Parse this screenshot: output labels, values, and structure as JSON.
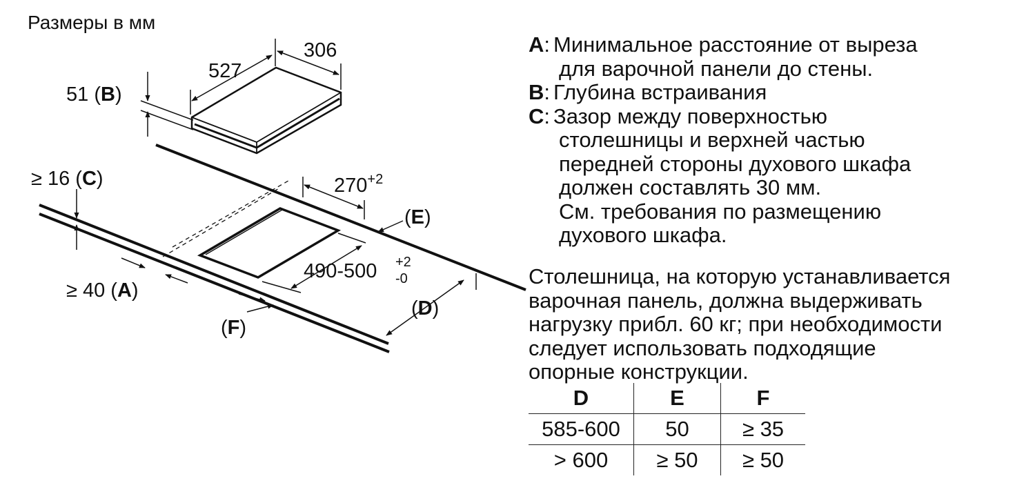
{
  "title": "Размеры в мм",
  "labels": {
    "width": "306",
    "depth": "527",
    "height_value": "51 (",
    "height_key": "B",
    "height_close": ")",
    "gap_value": "≥ 16 (",
    "gap_key": "C",
    "gap_close": ")",
    "cutout_width": "270",
    "cutout_width_tol": "+2",
    "cutout_depth": "490-500",
    "cutout_depth_tol_plus": "+2",
    "cutout_depth_tol_minus": "-0",
    "min_a_value": "≥ 40 (",
    "min_a_key": "A",
    "min_a_close": ")",
    "e_open": "(",
    "e_key": "E",
    "e_close": ")",
    "d_open": "(",
    "d_key": "D",
    "d_close": ")",
    "f_open": "(",
    "f_key": "F",
    "f_close": ")"
  },
  "legend": [
    {
      "key": "A",
      "lines": [
        "Минимальное расстояние от выреза",
        "для варочной панели до стены."
      ]
    },
    {
      "key": "B",
      "lines": [
        "Глубина встраивания"
      ]
    },
    {
      "key": "C",
      "lines": [
        "Зазор между поверхностью",
        "столешницы и верхней частью",
        "передней стороны духового шкафа",
        "должен составлять 30 мм.",
        "См. требования по размещению",
        "духового шкафа."
      ]
    }
  ],
  "note": [
    "Столешница, на которую устанавливается",
    "варочная панель, должна выдерживать",
    "нагрузку прибл. 60 кг; при необходимости",
    "следует использовать подходящие",
    "опорные конструкции."
  ],
  "table": {
    "headers": [
      "D",
      "E",
      "F"
    ],
    "rows": [
      [
        "585-600",
        "50",
        "≥ 35"
      ],
      [
        "> 600",
        "≥ 50",
        "≥ 50"
      ]
    ]
  }
}
